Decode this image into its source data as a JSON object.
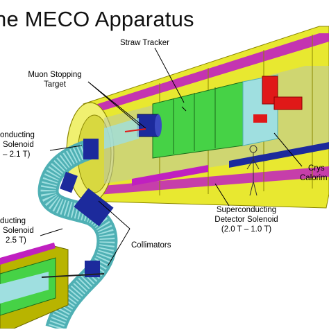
{
  "title": "he MECO Apparatus",
  "labels": {
    "straw_tracker": "Straw Tracker",
    "muon_target_line1": "Muon Stopping",
    "muon_target_line2": "Target",
    "production_solenoid_line1": "onducting",
    "production_solenoid_line2": "Solenoid",
    "production_solenoid_line3": "– 2.1 T)",
    "transport_solenoid_line1": "ducting",
    "transport_solenoid_line2": "Solenoid",
    "transport_solenoid_line3": "2.5 T)",
    "crystal_line1": "Crys",
    "crystal_line2": "Calorim",
    "detector_solenoid_line1": "Superconducting",
    "detector_solenoid_line2": "Detector Solenoid",
    "detector_solenoid_line3": "(2.0 T – 1.0 T)",
    "collimators": "Collimators"
  },
  "colors": {
    "yellow": "#e8e830",
    "yellow_dark": "#b8b400",
    "magenta": "#c020c0",
    "navy": "#1c2a9c",
    "green": "#46d246",
    "red": "#e01818",
    "cyan": "#9fdfe0",
    "teal": "#4fb0b4",
    "gray": "#9aa0a8"
  }
}
